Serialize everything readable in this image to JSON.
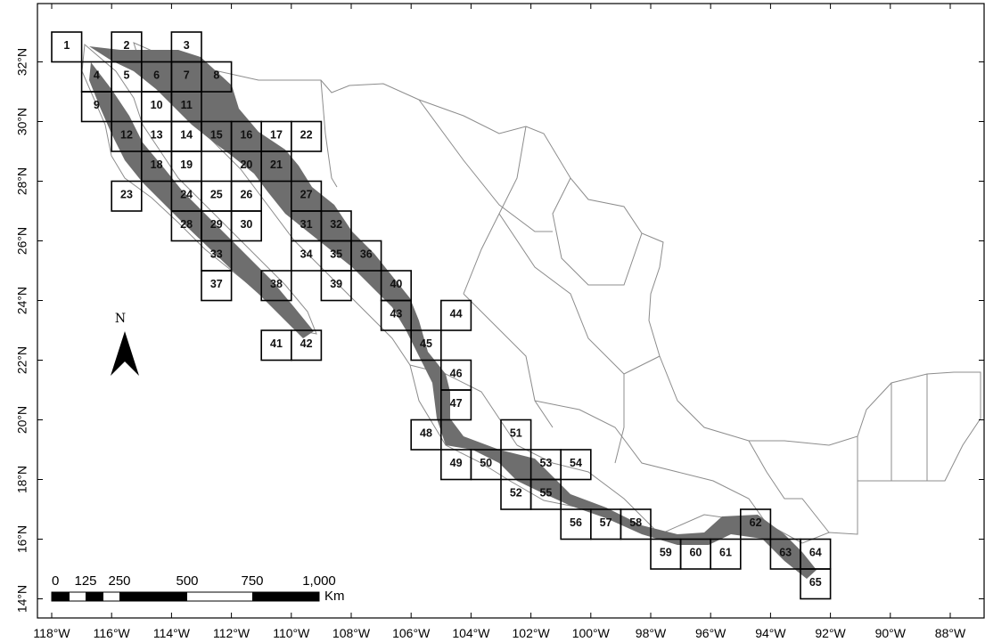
{
  "map": {
    "x_ticks": [
      "118°W",
      "116°W",
      "114°W",
      "112°W",
      "110°W",
      "108°W",
      "106°W",
      "104°W",
      "102°W",
      "100°W",
      "98°W",
      "96°W",
      "94°W",
      "92°W",
      "90°W",
      "88°W"
    ],
    "y_ticks": [
      "32°N",
      "30°N",
      "28°N",
      "26°N",
      "24°N",
      "22°N",
      "20°N",
      "18°N",
      "16°N",
      "14°N"
    ],
    "north_arrow_label": "N",
    "scale_bar": {
      "labels": [
        "0",
        "125",
        "250",
        "500",
        "750",
        "1,000"
      ],
      "unit": "Km"
    },
    "colors": {
      "land_fill": "#ffffff",
      "boundary_stroke": "#8c8c8c",
      "zone_fill": "#6e6e6e",
      "grid_stroke": "#000000"
    },
    "grid_cells": [
      {
        "id": "1",
        "lon": -118,
        "lat": 32
      },
      {
        "id": "2",
        "lon": -116,
        "lat": 32
      },
      {
        "id": "3",
        "lon": -114,
        "lat": 32
      },
      {
        "id": "4",
        "lon": -117,
        "lat": 31
      },
      {
        "id": "5",
        "lon": -116,
        "lat": 31
      },
      {
        "id": "6",
        "lon": -115,
        "lat": 31
      },
      {
        "id": "7",
        "lon": -114,
        "lat": 31
      },
      {
        "id": "8",
        "lon": -113,
        "lat": 31
      },
      {
        "id": "9",
        "lon": -117,
        "lat": 30
      },
      {
        "id": "10",
        "lon": -115,
        "lat": 30
      },
      {
        "id": "11",
        "lon": -114,
        "lat": 30
      },
      {
        "id": "12",
        "lon": -116,
        "lat": 29
      },
      {
        "id": "13",
        "lon": -115,
        "lat": 29
      },
      {
        "id": "14",
        "lon": -114,
        "lat": 29
      },
      {
        "id": "15",
        "lon": -113,
        "lat": 29
      },
      {
        "id": "16",
        "lon": -112,
        "lat": 29
      },
      {
        "id": "17",
        "lon": -111,
        "lat": 29
      },
      {
        "id": "18",
        "lon": -115,
        "lat": 28
      },
      {
        "id": "19",
        "lon": -114,
        "lat": 28
      },
      {
        "id": "20",
        "lon": -112,
        "lat": 28
      },
      {
        "id": "21",
        "lon": -111,
        "lat": 28
      },
      {
        "id": "22",
        "lon": -110,
        "lat": 29
      },
      {
        "id": "23",
        "lon": -116,
        "lat": 27
      },
      {
        "id": "24",
        "lon": -114,
        "lat": 27
      },
      {
        "id": "25",
        "lon": -113,
        "lat": 27
      },
      {
        "id": "26",
        "lon": -112,
        "lat": 27
      },
      {
        "id": "27",
        "lon": -110,
        "lat": 27
      },
      {
        "id": "28",
        "lon": -114,
        "lat": 26
      },
      {
        "id": "29",
        "lon": -113,
        "lat": 26
      },
      {
        "id": "30",
        "lon": -112,
        "lat": 26
      },
      {
        "id": "31",
        "lon": -110,
        "lat": 26
      },
      {
        "id": "32",
        "lon": -109,
        "lat": 26
      },
      {
        "id": "33",
        "lon": -113,
        "lat": 25
      },
      {
        "id": "34",
        "lon": -110,
        "lat": 25
      },
      {
        "id": "35",
        "lon": -109,
        "lat": 25
      },
      {
        "id": "36",
        "lon": -108,
        "lat": 25
      },
      {
        "id": "37",
        "lon": -113,
        "lat": 24
      },
      {
        "id": "38",
        "lon": -111,
        "lat": 24
      },
      {
        "id": "39",
        "lon": -109,
        "lat": 24
      },
      {
        "id": "40",
        "lon": -107,
        "lat": 24
      },
      {
        "id": "41",
        "lon": -111,
        "lat": 22
      },
      {
        "id": "42",
        "lon": -110,
        "lat": 22
      },
      {
        "id": "43",
        "lon": -107,
        "lat": 23
      },
      {
        "id": "44",
        "lon": -105,
        "lat": 23
      },
      {
        "id": "45",
        "lon": -106,
        "lat": 22
      },
      {
        "id": "46",
        "lon": -105,
        "lat": 21
      },
      {
        "id": "47",
        "lon": -105,
        "lat": 20
      },
      {
        "id": "48",
        "lon": -106,
        "lat": 19
      },
      {
        "id": "49",
        "lon": -105,
        "lat": 18
      },
      {
        "id": "50",
        "lon": -104,
        "lat": 18
      },
      {
        "id": "51",
        "lon": -103,
        "lat": 19
      },
      {
        "id": "52",
        "lon": -103,
        "lat": 17
      },
      {
        "id": "53",
        "lon": -102,
        "lat": 18
      },
      {
        "id": "54",
        "lon": -101,
        "lat": 18
      },
      {
        "id": "55",
        "lon": -102,
        "lat": 17
      },
      {
        "id": "56",
        "lon": -101,
        "lat": 16
      },
      {
        "id": "57",
        "lon": -100,
        "lat": 16
      },
      {
        "id": "58",
        "lon": -99,
        "lat": 16
      },
      {
        "id": "59",
        "lon": -98,
        "lat": 15
      },
      {
        "id": "60",
        "lon": -97,
        "lat": 15
      },
      {
        "id": "61",
        "lon": -96,
        "lat": 15
      },
      {
        "id": "62",
        "lon": -95,
        "lat": 16
      },
      {
        "id": "63",
        "lon": -94,
        "lat": 15
      },
      {
        "id": "64",
        "lon": -93,
        "lat": 15
      },
      {
        "id": "65",
        "lon": -93,
        "lat": 14
      }
    ]
  }
}
